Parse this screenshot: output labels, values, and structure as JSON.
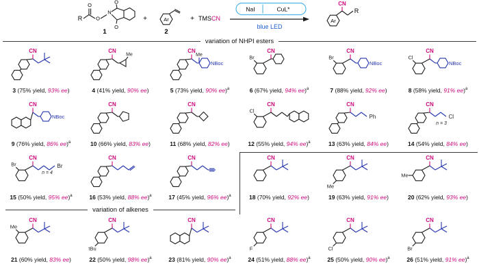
{
  "colors": {
    "pink": "#cc0a7d",
    "blue": "#2434ad",
    "light_blue": "#4fb4e8",
    "led_blue": "#1d5fd2",
    "black": "#1c1c1c",
    "line": "#3c3c3c"
  },
  "labels": {
    "cn": "CN",
    "r": "R",
    "o": "O",
    "n": "N",
    "ar": "Ar",
    "plus": "+"
  },
  "scheme": {
    "compound1": "1",
    "compound2": "2",
    "tms": "TMS",
    "nai": "NaI",
    "cul": "CuL*",
    "led": "blue LED"
  },
  "sections": {
    "nhpi": "variation of NHPI esters",
    "alkenes": "variation of alkenes"
  },
  "compounds": [
    {
      "num": "3",
      "yield": "75% yield",
      "ee": "93% ee",
      "sup": "",
      "aryl": "biph",
      "chain": 1,
      "term": "tbu",
      "tcolor": "blue"
    },
    {
      "num": "4",
      "yield": "41% yield",
      "ee": "90% ee",
      "sup": "",
      "aryl": "biph",
      "chain": 1,
      "term": "ring3",
      "termLabel": "Me",
      "tcolor": "black"
    },
    {
      "num": "5",
      "yield": "73% yield",
      "ee": "90% ee",
      "sup": "a",
      "aryl": "biph",
      "chain": 1,
      "term": "ring6N",
      "termLabel": "NBoc",
      "extraLabel": "Me",
      "tcolor": "blue"
    },
    {
      "num": "6",
      "yield": "67% yield",
      "ee": "94% ee",
      "sup": "a",
      "aryl": "ph",
      "sub": {
        "t": "Br",
        "pos": "o"
      },
      "chain": 0,
      "term": "ring6",
      "tcolor": "black"
    },
    {
      "num": "7",
      "yield": "88% yield",
      "ee": "92% ee",
      "sup": "",
      "aryl": "ph",
      "sub": {
        "t": "Br",
        "pos": "o"
      },
      "chain": 1,
      "term": "ring6N",
      "termLabel": "NBoc",
      "tcolor": "blue"
    },
    {
      "num": "8",
      "yield": "58% yield",
      "ee": "91% ee",
      "sup": "a",
      "aryl": "ph",
      "sub": {
        "t": "Cl",
        "pos": "o"
      },
      "chain": 1,
      "term": "ring6N",
      "termLabel": "NBoc",
      "tcolor": "blue"
    },
    {
      "num": "9",
      "yield": "76% yield",
      "ee": "86% ee",
      "sup": "a",
      "aryl": "naph",
      "chain": 1,
      "term": "ring6N",
      "termLabel": "NBoc",
      "tcolor": "blue"
    },
    {
      "num": "10",
      "yield": "66% yield",
      "ee": "83% ee",
      "sup": "",
      "aryl": "biph",
      "chain": 1,
      "term": "ring5",
      "tcolor": "black"
    },
    {
      "num": "11",
      "yield": "68% yield",
      "ee": "82% ee",
      "sup": "",
      "aryl": "biph",
      "chain": 1,
      "term": "ring4",
      "tcolor": "black"
    },
    {
      "num": "12",
      "yield": "55% yield",
      "ee": "94% ee",
      "sup": "a",
      "aryl": "ph",
      "sub": {
        "t": "Cl",
        "pos": "o"
      },
      "chain": 3,
      "term": "naph2",
      "tcolor": "black"
    },
    {
      "num": "13",
      "yield": "63% yield",
      "ee": "84% ee",
      "sup": "",
      "aryl": "biph",
      "chain": 3,
      "term": "label",
      "termLabel": "Ph",
      "tcolor": "blue"
    },
    {
      "num": "14",
      "yield": "54% yield",
      "ee": "84% ee",
      "sup": "",
      "aryl": "biph",
      "chain": 3,
      "term": "label",
      "termLabel": "Cl",
      "n": "n = 3",
      "tcolor": "blue"
    },
    {
      "num": "15",
      "yield": "50% yield",
      "ee": "95% ee",
      "sup": "a",
      "aryl": "ph",
      "sub": {
        "t": "Br",
        "pos": "o"
      },
      "chain": 4,
      "term": "label",
      "termLabel": "Br",
      "n": "n = 4",
      "tcolor": "blue"
    },
    {
      "num": "16",
      "yield": "53% yield",
      "ee": "88% ee",
      "sup": "a",
      "aryl": "biph",
      "chain": 3,
      "term": "alkene",
      "tcolor": "blue"
    },
    {
      "num": "17",
      "yield": "45% yield",
      "ee": "96% ee",
      "sup": "a",
      "aryl": "biph",
      "chain": 3,
      "term": "alkyne",
      "tcolor": "blue"
    },
    {
      "num": "18",
      "yield": "70% yield",
      "ee": "92% ee",
      "sup": "",
      "aryl": "ph",
      "chain": 1,
      "term": "tbu",
      "tcolor": "blue"
    },
    {
      "num": "19",
      "yield": "63% yield",
      "ee": "91% ee",
      "sup": "",
      "aryl": "ph",
      "sub": {
        "t": "Me",
        "pos": "p"
      },
      "chain": 1,
      "term": "tbu",
      "tcolor": "blue"
    },
    {
      "num": "20",
      "yield": "62% yield",
      "ee": "93% ee",
      "sup": "",
      "aryl": "ph",
      "sub": {
        "t": "Me",
        "pos": "m"
      },
      "chain": 1,
      "term": "tbu",
      "tcolor": "blue"
    },
    {
      "num": "21",
      "yield": "60% yield",
      "ee": "83% ee",
      "sup": "",
      "aryl": "ph",
      "sub": {
        "t": "Me",
        "pos": "o"
      },
      "chain": 1,
      "term": "tbu",
      "tcolor": "blue"
    },
    {
      "num": "22",
      "yield": "50% yield",
      "ee": "98% ee",
      "sup": "a",
      "aryl": "ph",
      "sub": {
        "t": "tBu",
        "pos": "p"
      },
      "chain": 1,
      "term": "tbu",
      "tcolor": "blue"
    },
    {
      "num": "23",
      "yield": "81% yield",
      "ee": "90% ee",
      "sup": "a",
      "aryl": "naph",
      "chain": 1,
      "term": "tbu",
      "tcolor": "blue"
    },
    {
      "num": "24",
      "yield": "51% yield",
      "ee": "88% ee",
      "sup": "a",
      "aryl": "ph",
      "sub": {
        "t": "F",
        "pos": "p"
      },
      "chain": 1,
      "term": "tbu",
      "tcolor": "blue"
    },
    {
      "num": "25",
      "yield": "50% yield",
      "ee": "90% ee",
      "sup": "a",
      "aryl": "ph",
      "sub": {
        "t": "Cl",
        "pos": "p"
      },
      "chain": 1,
      "term": "tbu",
      "tcolor": "blue"
    },
    {
      "num": "26",
      "yield": "51% yield",
      "ee": "91% ee",
      "sup": "a",
      "aryl": "ph",
      "sub": {
        "t": "Br",
        "pos": "p"
      },
      "chain": 1,
      "term": "tbu",
      "tcolor": "blue"
    }
  ]
}
